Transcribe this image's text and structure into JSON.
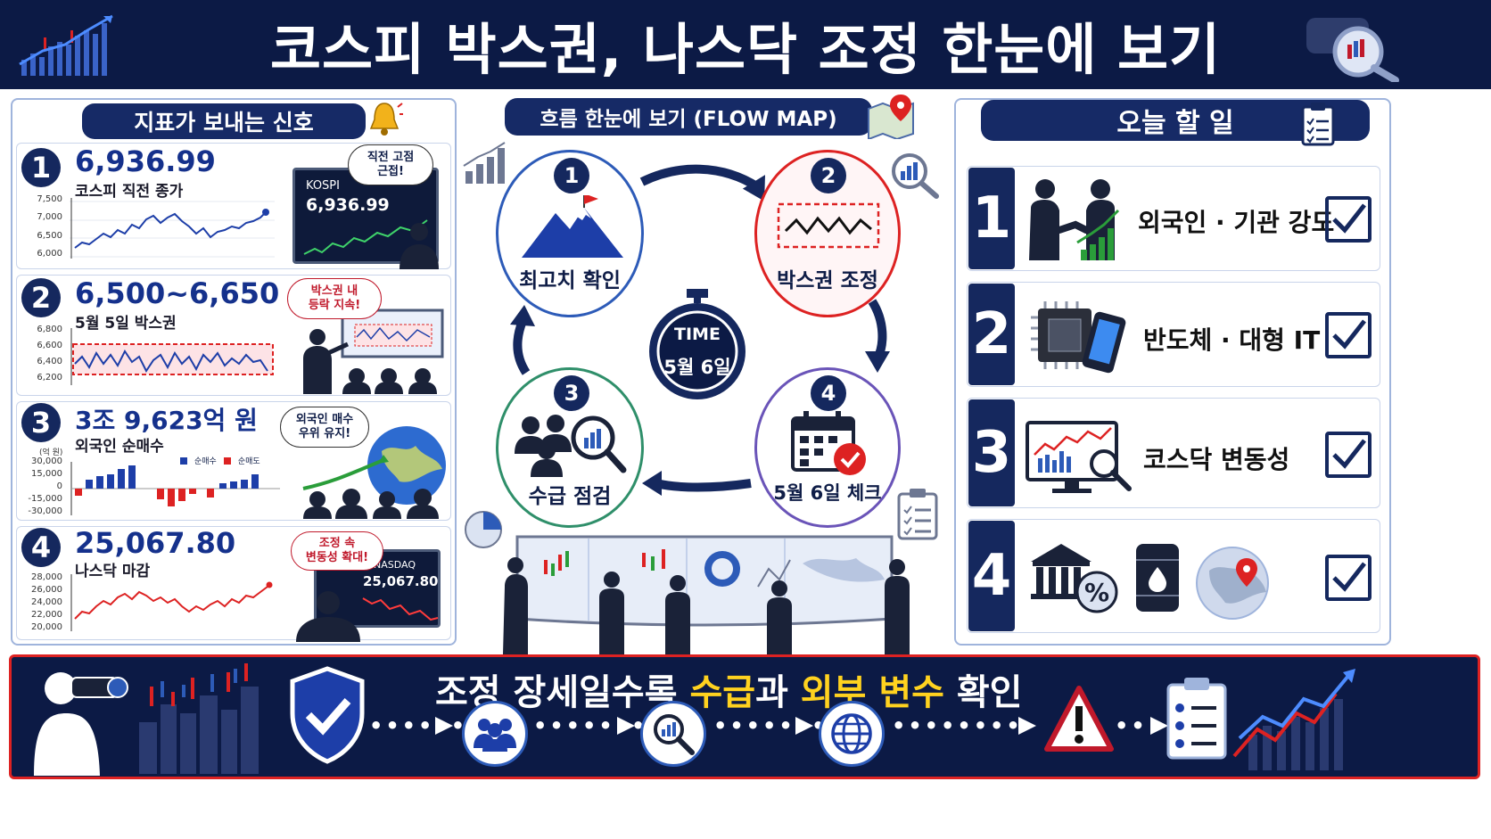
{
  "header": {
    "title": "코스피 박스권, 나스닥 조정 한눈에 보기"
  },
  "signals": {
    "heading": "지표가 보내는 신호",
    "items": [
      {
        "num": "1",
        "value": "6,936.99",
        "label": "코스피 직전 종가",
        "ticks": [
          "7,500",
          "7,000",
          "6,500",
          "6,000"
        ],
        "bubble": [
          "직전 고점",
          "근접!"
        ],
        "monitor": {
          "title": "KOSPI",
          "value": "6,936.99"
        }
      },
      {
        "num": "2",
        "value": "6,500~6,650",
        "label": "5월 5일 박스권",
        "ticks": [
          "6,800",
          "6,600",
          "6,400",
          "6,200"
        ],
        "bubble": [
          "박스권 내",
          "등락 지속!"
        ]
      },
      {
        "num": "3",
        "value": "3조 9,623억 원",
        "label": "외국인 순매수",
        "unit": "(억 원)",
        "ticks": [
          "30,000",
          "15,000",
          "0",
          "-15,000",
          "-30,000"
        ],
        "legend": [
          "순매수",
          "순매도"
        ],
        "bubble": [
          "외국인 매수",
          "우위 유지!"
        ]
      },
      {
        "num": "4",
        "value": "25,067.80",
        "label": "나스닥 마감",
        "ticks": [
          "28,000",
          "26,000",
          "24,000",
          "22,000",
          "20,000"
        ],
        "bubble": [
          "조정 속",
          "변동성 확대!"
        ],
        "monitor": {
          "title": "NASDAQ",
          "value": "25,067.80"
        }
      }
    ]
  },
  "flow": {
    "heading": "흐름 한눈에 보기 (FLOW MAP)",
    "steps": [
      {
        "num": "1",
        "label": "최고치 확인"
      },
      {
        "num": "2",
        "label": "박스권 조정"
      },
      {
        "num": "3",
        "label": "수급 점검"
      },
      {
        "num": "4",
        "label": "5월 6일 체크"
      }
    ],
    "timer": {
      "label": "TIME",
      "date": "5월 6일"
    }
  },
  "todo": {
    "heading": "오늘 할 일",
    "items": [
      {
        "num": "1",
        "label": "외국인 · 기관 강도"
      },
      {
        "num": "2",
        "label": "반도체 · 대형 IT"
      },
      {
        "num": "3",
        "label": "코스닥 변동성"
      },
      {
        "num": "4",
        "label": ""
      }
    ]
  },
  "bottom": {
    "msg_part1": "조정 장세일수록 ",
    "msg_highlight1": "수급",
    "msg_part2": "과 ",
    "msg_highlight2": "외부 변수",
    "msg_part3": " 확인",
    "dots": "••••••••"
  },
  "colors": {
    "navy": "#0c1a45",
    "accent_blue": "#15318c",
    "red": "#c0192b",
    "green": "#2a9d3a",
    "yellow": "#ffd21f"
  },
  "icons": [
    "bar-chart-icon",
    "magnifier-icon",
    "bell-icon",
    "map-pin-icon",
    "clipboard-icon",
    "mountain-flag-icon",
    "zigzag-box-icon",
    "people-magnifier-icon",
    "calendar-check-icon",
    "stopwatch-icon",
    "handshake-icon",
    "chip-icon",
    "phone-icon",
    "monitor-chart-icon",
    "bank-percent-icon",
    "oil-barrel-icon",
    "globe-pin-icon",
    "binoculars-person-icon",
    "shield-check-icon",
    "people-icon",
    "globe-icon",
    "warning-icon"
  ]
}
